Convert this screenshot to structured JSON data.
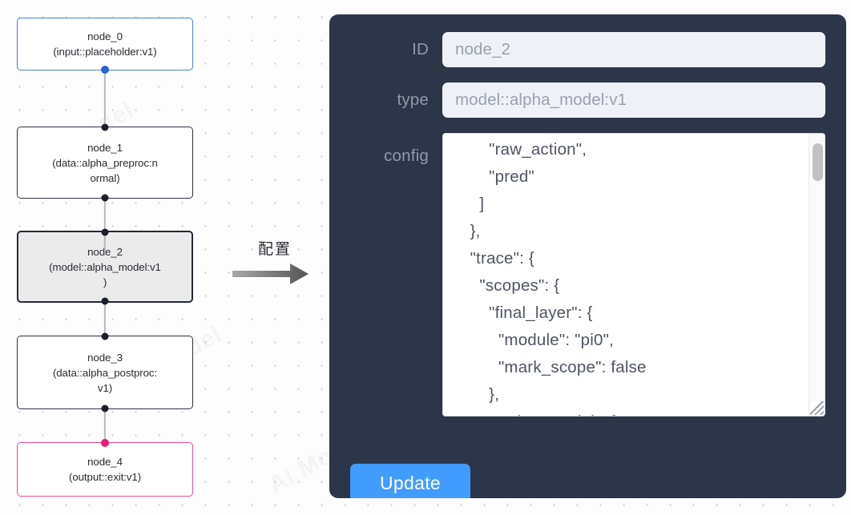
{
  "graph": {
    "nodes": [
      {
        "id": "node_0",
        "label": "node_0\n(input::placeholder:v1)",
        "style": "blue",
        "selected": false
      },
      {
        "id": "node_1",
        "label": "node_1\n(data::alpha_preproc:n\normal)",
        "style": "default",
        "selected": false
      },
      {
        "id": "node_2",
        "label": "node_2\n(model::alpha_model:v1\n)",
        "style": "default",
        "selected": true
      },
      {
        "id": "node_3",
        "label": "node_3\n(data::alpha_postproc:\nv1)",
        "style": "default",
        "selected": false
      },
      {
        "id": "node_4",
        "label": "node_4\n(output::exit:v1)",
        "style": "pink",
        "selected": false
      }
    ],
    "colors": {
      "input_accent": "#4a7fd8",
      "output_accent": "#e84c9b",
      "selected_border": "#23293a",
      "selected_fill": "#ebebeb",
      "edge": "#b6b9c2",
      "port": "#1b1f2b"
    }
  },
  "arrow": {
    "label": "配置",
    "icon": "arrow-right-icon",
    "color": "#808080"
  },
  "panel": {
    "background": "#2d3648",
    "fields": {
      "id": {
        "label": "ID",
        "value": "node_2",
        "placeholder": "node_2"
      },
      "type": {
        "label": "type",
        "value": "model::alpha_model:v1",
        "placeholder": "model::alpha_model:v1"
      },
      "config": {
        "label": "config",
        "value": "        \"raw_action\",\n        \"pred\"\n      ]\n    },\n    \"trace\": {\n      \"scopes\": {\n        \"final_layer\": {\n          \"module\": \"pi0\",\n          \"mark_scope\": false\n        },\n        \"action_model\": {",
        "scroll_position": "near-top",
        "resizable": true
      }
    },
    "update_button": {
      "label": "Update",
      "color": "#409cff"
    }
  },
  "watermark": {
    "lines": [
      "AI Model",
      "AI Model",
      "AI Model",
      "AI Model",
      "AI Model",
      "AI Model"
    ]
  }
}
